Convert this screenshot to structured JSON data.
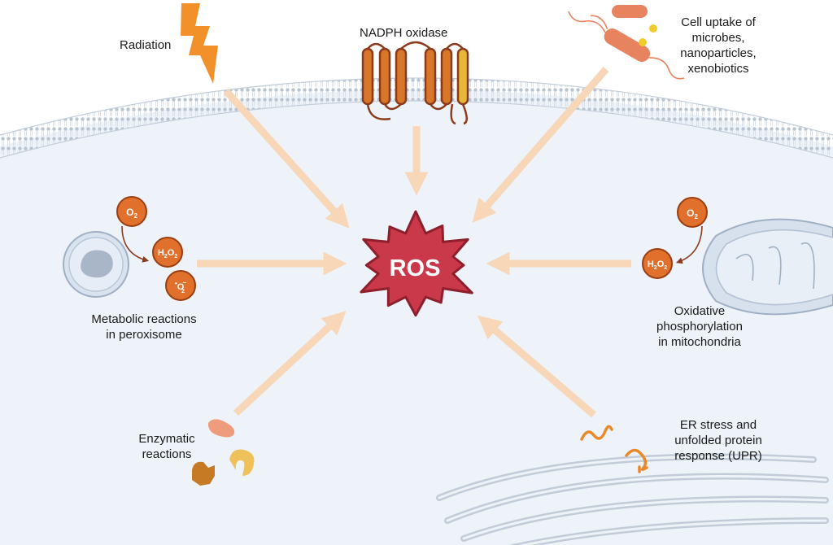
{
  "center": {
    "label": "ROS"
  },
  "sources": {
    "radiation": {
      "label": "Radiation"
    },
    "nadph": {
      "label": "NADPH oxidase"
    },
    "uptake": {
      "lines": [
        "Cell uptake of",
        "microbes,",
        "nanoparticles,",
        "xenobiotics"
      ]
    },
    "peroxisome": {
      "lines": [
        "Metabolic reactions",
        "in peroxisome"
      ]
    },
    "mitochondria": {
      "lines": [
        "Oxidative",
        "phosphorylation",
        "in mitochondria"
      ]
    },
    "enzymatic": {
      "lines": [
        "Enzymatic",
        "reactions"
      ]
    },
    "er_stress": {
      "lines": [
        "ER stress and",
        "unfolded protein",
        "response (UPR)"
      ]
    }
  },
  "molecules": {
    "o2": "O",
    "o2_sub": "2",
    "h2o2_h": "H",
    "h2o2_sub1": "2",
    "h2o2_o": "O",
    "h2o2_sub2": "2",
    "superoxide_dot": "•",
    "superoxide_o": "O",
    "superoxide_sup": "−",
    "superoxide_sub": "2"
  },
  "colors": {
    "arrow": "#f8d6b8",
    "ros_fill": "#c9394a",
    "ros_stroke": "#8e1f2c",
    "molecule": "#e0702b",
    "membrane": "#c9d3df",
    "cytoplasm": "#eef3f9",
    "nadph": "#d8762a",
    "nadph_alt": "#e7b738",
    "bolt": "#f2912a"
  }
}
